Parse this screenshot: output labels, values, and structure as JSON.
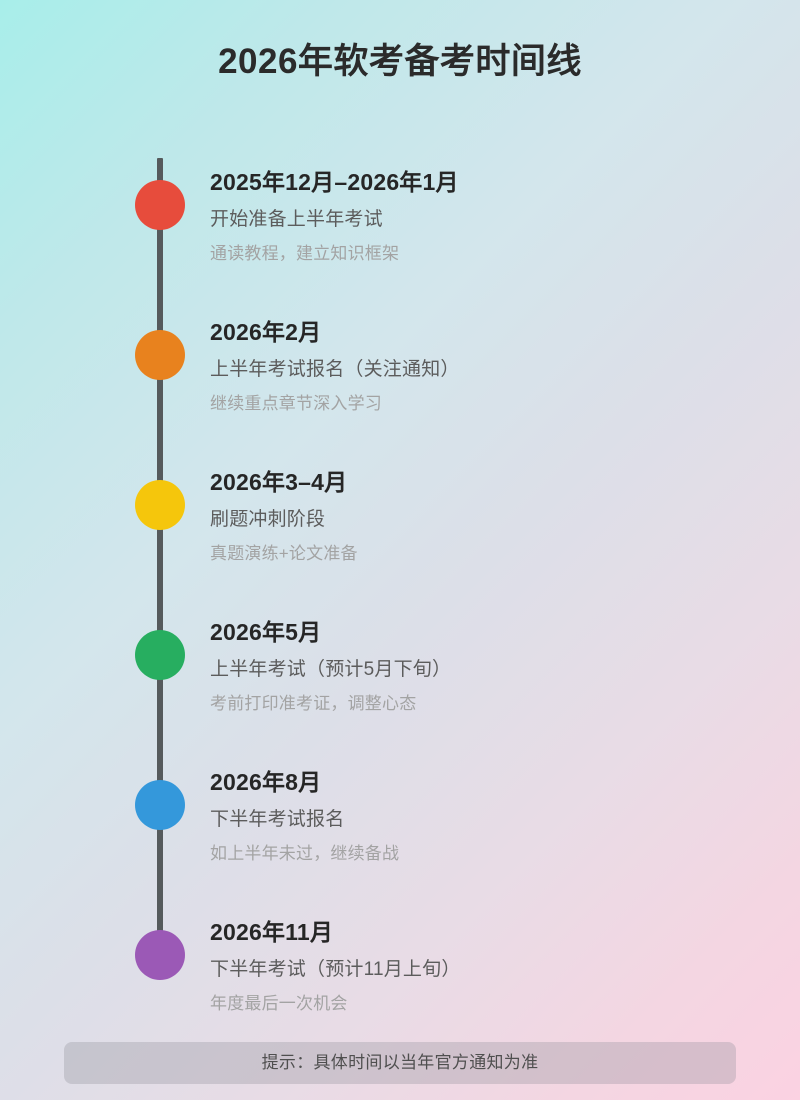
{
  "page": {
    "title": "2026年软考备考时间线",
    "background_from": "#a8eeea",
    "background_to": "#fbd2e2",
    "axis_color": "#555a5c"
  },
  "timeline": {
    "items": [
      {
        "period": "2025年12月–2026年1月",
        "main": "开始准备上半年考试",
        "note": "通读教程，建立知识框架",
        "dot_color": "#e74c3c",
        "dot_name": "timeline-dot-red"
      },
      {
        "period": "2026年2月",
        "main": "上半年考试报名（关注通知）",
        "note": "继续重点章节深入学习",
        "dot_color": "#e8821e",
        "dot_name": "timeline-dot-orange"
      },
      {
        "period": "2026年3–4月",
        "main": "刷题冲刺阶段",
        "note": "真题演练+论文准备",
        "dot_color": "#f5c60c",
        "dot_name": "timeline-dot-yellow"
      },
      {
        "period": "2026年5月",
        "main": "上半年考试（预计5月下旬）",
        "note": "考前打印准考证，调整心态",
        "dot_color": "#27ae60",
        "dot_name": "timeline-dot-green"
      },
      {
        "period": "2026年8月",
        "main": "下半年考试报名",
        "note": "如上半年未过，继续备战",
        "dot_color": "#3498db",
        "dot_name": "timeline-dot-blue"
      },
      {
        "period": "2026年11月",
        "main": "下半年考试（预计11月上旬）",
        "note": "年度最后一次机会",
        "dot_color": "#9b59b6",
        "dot_name": "timeline-dot-purple"
      }
    ]
  },
  "footer": {
    "note": "提示：具体时间以当年官方通知为准"
  }
}
